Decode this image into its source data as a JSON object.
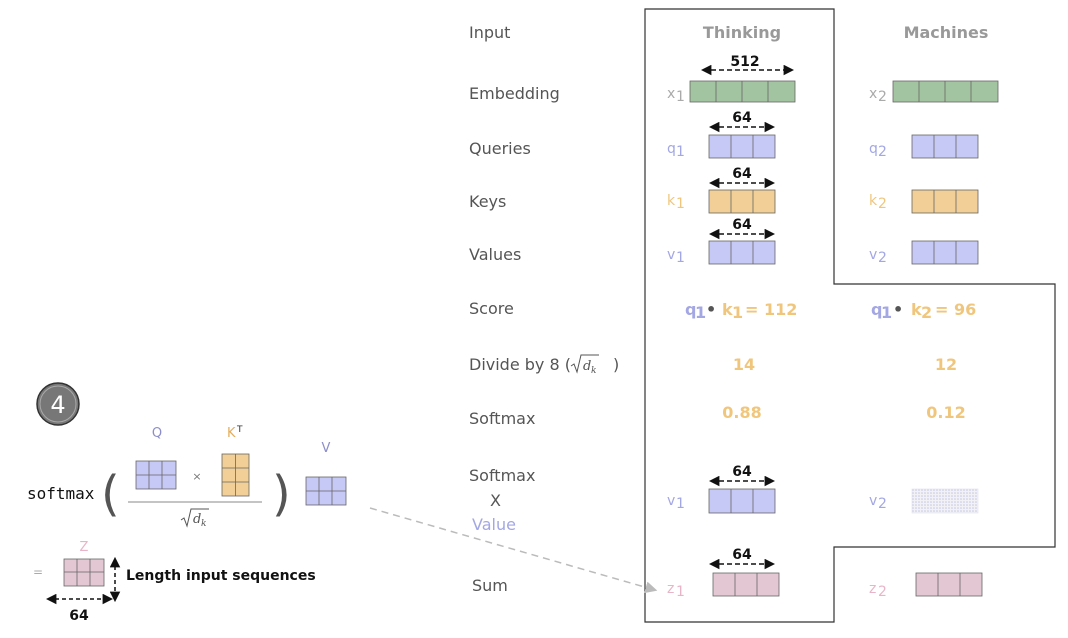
{
  "colors": {
    "green": "#a3c4a0",
    "purple": "#c6c8f5",
    "orange": "#f2cf97",
    "pink": "#e3c7d3",
    "outline": "#333333",
    "orange_text": "#f0c67c",
    "purple_text": "#a3a7e3",
    "pink_text": "#e8b5c8"
  },
  "rows": {
    "input": "Input",
    "embedding": "Embedding",
    "queries": "Queries",
    "keys": "Keys",
    "values": "Values",
    "score": "Score",
    "divide": "Divide by 8 (",
    "divide_close": ")",
    "softmax": "Softmax",
    "softmax_x_1": "Softmax",
    "softmax_x_2": "X",
    "softmax_x_3": "Value",
    "sum": "Sum"
  },
  "words": {
    "w1": "Thinking",
    "w2": "Machines"
  },
  "vectors": {
    "x1": "x",
    "x1_sub": "1",
    "x2": "x",
    "x2_sub": "2",
    "q1": "q",
    "q1_sub": "1",
    "q2": "q",
    "q2_sub": "2",
    "k1": "k",
    "k1_sub": "1",
    "k2": "k",
    "k2_sub": "2",
    "v1": "v",
    "v1_sub": "1",
    "v2": "v",
    "v2_sub": "2",
    "v1b": "v",
    "v1b_sub": "1",
    "v2b": "v",
    "v2b_sub": "2",
    "z1": "z",
    "z1_sub": "1",
    "z2": "z",
    "z2_sub": "2"
  },
  "dims": {
    "embedding": "512",
    "queries": "64",
    "keys": "64",
    "values": "64",
    "weighted": "64",
    "sum": "64"
  },
  "score": {
    "s1_q": "q",
    "s1_qsub": "1",
    "s1_dot": "•",
    "s1_k": "k",
    "s1_ksub": "1",
    "s1_val": "= 112",
    "s2_q": "q",
    "s2_qsub": "1",
    "s2_dot": "•",
    "s2_k": "k",
    "s2_ksub": "2",
    "s2_val": "= 96"
  },
  "divided": {
    "d1": "14",
    "d2": "12"
  },
  "softmax_vals": {
    "s1": "0.88",
    "s2": "0.12"
  },
  "formula": {
    "step": "4",
    "softmax": "softmax",
    "q_label": "Q",
    "kt_label": "K",
    "kt_sup": "T",
    "v_label": "V",
    "times": "×",
    "sqrt_d": "d",
    "sqrt_k": "k",
    "equals": "=",
    "z_label": "Z",
    "z_dim": "64",
    "length_note": "Length input sequences"
  }
}
